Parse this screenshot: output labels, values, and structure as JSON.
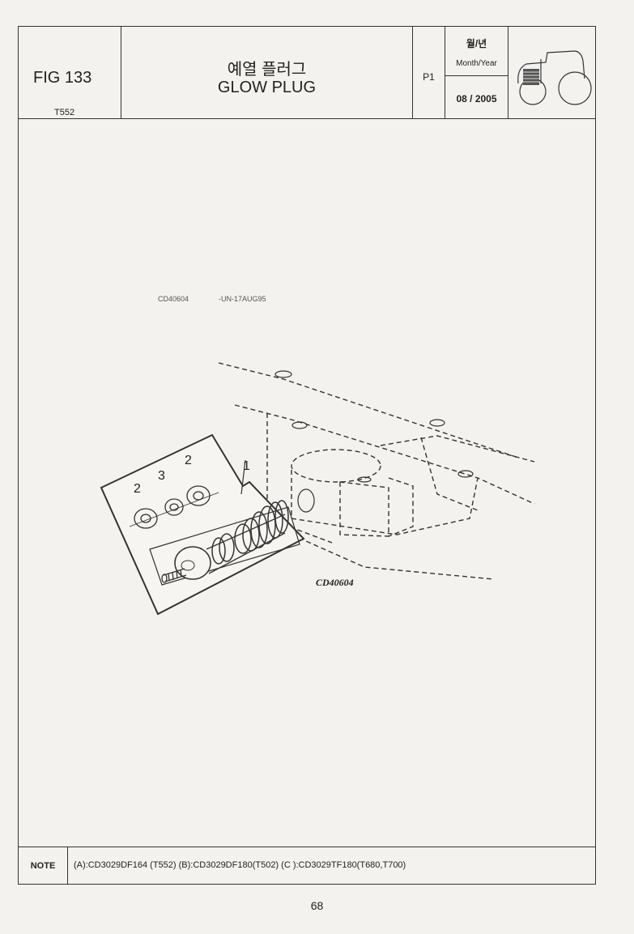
{
  "header": {
    "fig": "FIG 133",
    "model": "T552",
    "title_ko": "예열 플러그",
    "title_en": "GLOW PLUG",
    "page_code": "P1",
    "date_label_ko": "월/년",
    "date_label_en": "Month/Year",
    "date_value": "08 / 2005",
    "thumbnail_icon": "tractor-icon"
  },
  "figure": {
    "caption_code": "CD40604",
    "caption_date": "-UN-17AUG95",
    "drawing_label": "CD40604",
    "callouts": [
      "2",
      "3",
      "2",
      "1"
    ]
  },
  "note": {
    "label": "NOTE",
    "text": "(A):CD3029DF164 (T552)  (B):CD3029DF180(T502)  (C ):CD3029TF180(T680,T700)"
  },
  "page_number": "68"
}
